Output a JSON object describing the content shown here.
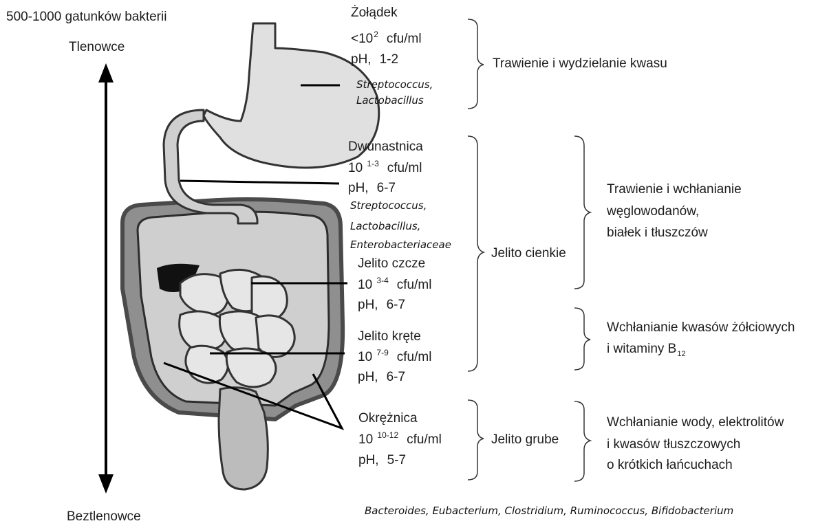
{
  "header": {
    "species_count": "500-1000 gatunków bakterii",
    "aerobes": "Tlenowce",
    "anaerobes": "Beztlenowce"
  },
  "sections": {
    "stomach": {
      "name": "Żołądek",
      "count_base": "<10",
      "count_exp": "2",
      "count_unit": "cfu/ml",
      "ph_label": "pH,",
      "ph_value": "1-2",
      "bacteria_1": "Streptococcus,",
      "bacteria_2": "Lactobacillus",
      "function": "Trawienie i wydzielanie kwasu"
    },
    "duodenum": {
      "name": "Dwunastnica",
      "count_base": "10",
      "count_exp": "1-3",
      "count_unit": "cfu/ml",
      "ph_label": "pH,",
      "ph_value": "6-7",
      "bacteria_1": "Streptococcus,",
      "bacteria_2": "Lactobacillus,",
      "bacteria_3": "Enterobacteriaceae"
    },
    "jejunum": {
      "name": "Jelito czcze",
      "count_base": "10",
      "count_exp": "3-4",
      "count_unit": "cfu/ml",
      "ph_label": "pH,",
      "ph_value": "6-7"
    },
    "ileum": {
      "name": "Jelito kręte",
      "count_base": "10",
      "count_exp": "7-9",
      "count_unit": "cfu/ml",
      "ph_label": "pH,",
      "ph_value": "6-7"
    },
    "colon": {
      "name": "Okrężnica",
      "count_base": "10",
      "count_exp": "10-12",
      "count_unit": "cfu/ml",
      "ph_label": "pH,",
      "ph_value": "5-7",
      "bacteria": "Bacteroides, Eubacterium, Clostridium, Ruminococcus, Bifidobacterium"
    }
  },
  "groups": {
    "small_intestine": "Jelito cienkie",
    "large_intestine": "Jelito grube"
  },
  "functions": {
    "small_1": "Trawienie i wchłanianie",
    "small_2": "węglowodanów,",
    "small_3": "białek i tłuszczów",
    "bile_1": "Wchłanianie kwasów żółciowych",
    "bile_2": "i witaminy B",
    "bile_sub": "12",
    "large_1": "Wchłanianie wody, elektrolitów",
    "large_2": "i kwasów tłuszczowych",
    "large_3": "o krótkich łańcuchach"
  }
}
